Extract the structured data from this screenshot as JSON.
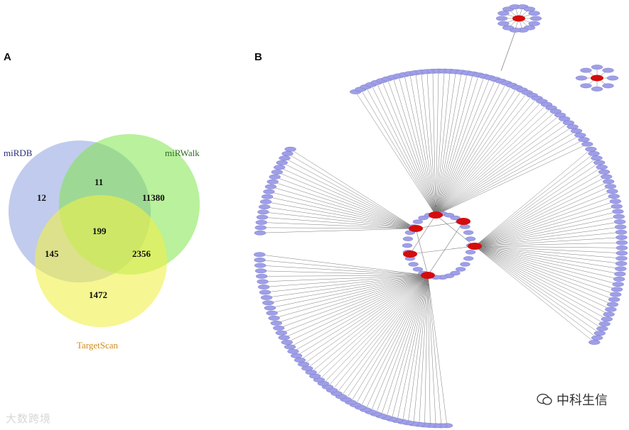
{
  "panels": {
    "a_label": "A",
    "b_label": "B"
  },
  "venn": {
    "sets": [
      {
        "name": "miRDB",
        "color": "#8ea1de",
        "label_color": "#2a2f7a"
      },
      {
        "name": "miRWalk",
        "color": "#7fe64a",
        "label_color": "#2f6b1f"
      },
      {
        "name": "TargetScan",
        "color": "#f0f04a",
        "label_color": "#d08a1a"
      }
    ],
    "regions": {
      "miRDB_only": "12",
      "miRDB_miRWalk": "11",
      "miRWalk_only": "11380",
      "all_three": "199",
      "miRDB_TargetScan": "145",
      "miRWalk_TargetScan": "2356",
      "TargetScan_only": "1472"
    }
  },
  "network": {
    "hub_color": "#d40d0d",
    "node_color": "#9f9fe8",
    "edge_color": "#7a7a7a"
  },
  "watermarks": {
    "left": "大数跨境",
    "right": "中科生信"
  }
}
